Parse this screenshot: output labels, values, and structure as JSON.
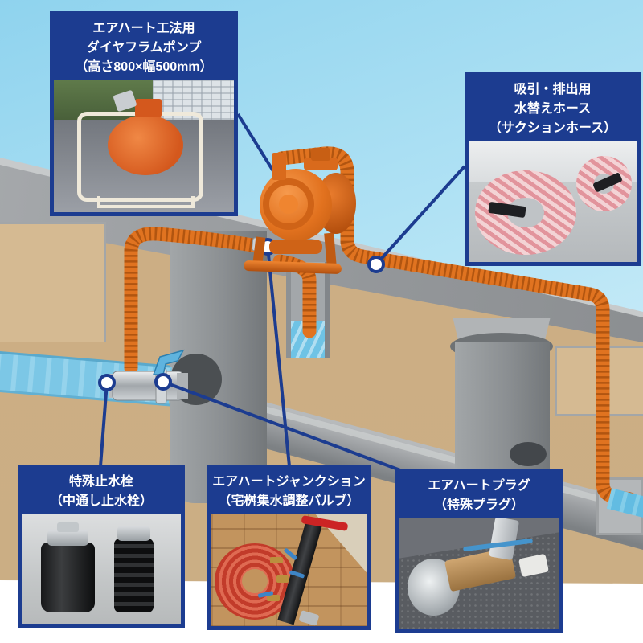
{
  "callouts": {
    "pump": {
      "lines": [
        "エアハート工法用",
        "ダイヤフラムポンプ",
        "（高さ800×幅500mm）"
      ]
    },
    "suction_hose": {
      "lines": [
        "吸引・排出用",
        "水替えホース",
        "（サクションホース）"
      ]
    },
    "stop_plug": {
      "lines": [
        "特殊止水栓",
        "（中通し止水栓）"
      ]
    },
    "junction": {
      "lines": [
        "エアハートジャンクション",
        "（宅桝集水調整バルブ）"
      ]
    },
    "plug": {
      "lines": [
        "エアハートプラグ",
        "（特殊プラグ）"
      ]
    }
  },
  "colors": {
    "callout_navy": "#1c3c90",
    "hose_orange": "#e07320",
    "hose_rib": "#a8500e",
    "water_blue": "#74c6e6",
    "soil_tan": "#cbae84",
    "sky_blue": "#aee0f2",
    "concrete_gray": "#94979a"
  }
}
